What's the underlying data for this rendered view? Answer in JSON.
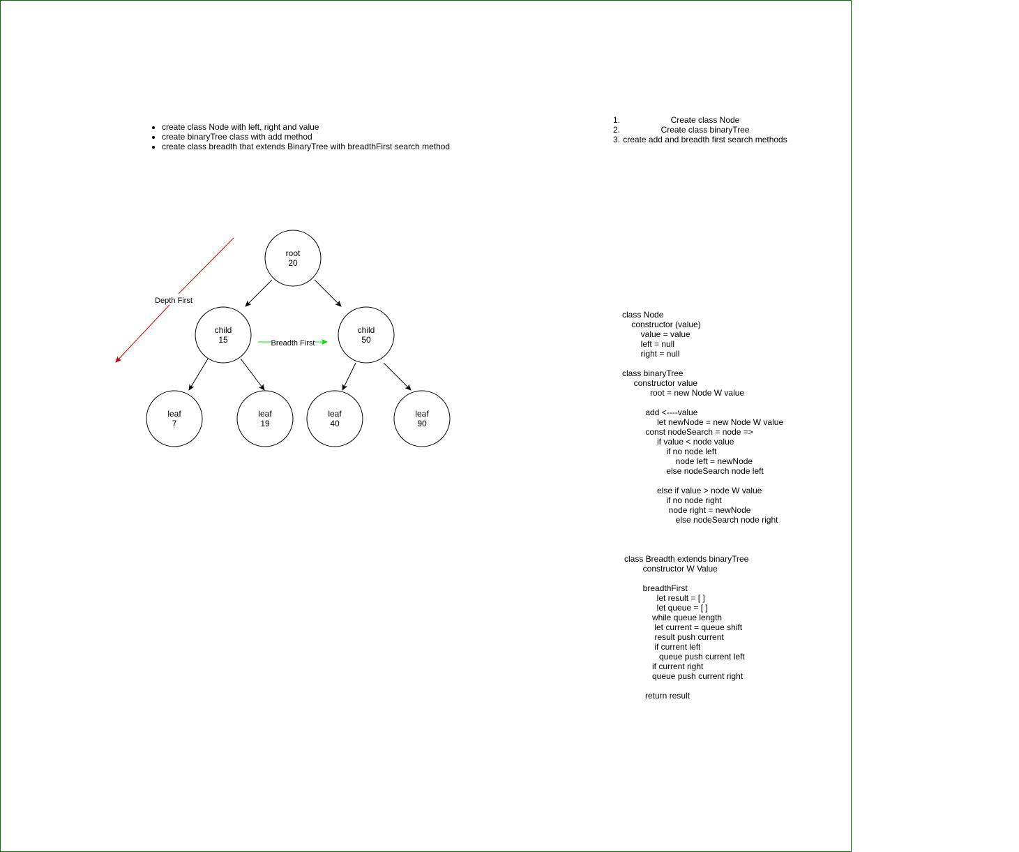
{
  "colors": {
    "frame_border": "#0a6b0a",
    "depth_arrow": "#cc0000",
    "breadth_arrow": "#00dd00",
    "edge": "#000000"
  },
  "bullets": [
    "create class Node with left, right and value",
    "create binaryTree class with add method",
    "create class breadth that extends BinaryTree with breadthFirst search method"
  ],
  "steps": [
    {
      "num": "1.",
      "text": "Create class Node"
    },
    {
      "num": "2.",
      "text": "Create class binaryTree"
    },
    {
      "num": "3.",
      "text": "create add and breadth first search methods"
    }
  ],
  "tree": {
    "nodes": [
      {
        "id": "root",
        "line1": "root",
        "line2": "20"
      },
      {
        "id": "child15",
        "line1": "child",
        "line2": "15"
      },
      {
        "id": "child50",
        "line1": "child",
        "line2": "50"
      },
      {
        "id": "leaf7",
        "line1": "leaf",
        "line2": "7"
      },
      {
        "id": "leaf19",
        "line1": "leaf",
        "line2": "19"
      },
      {
        "id": "leaf40",
        "line1": "leaf",
        "line2": "40"
      },
      {
        "id": "leaf90",
        "line1": "leaf",
        "line2": "90"
      }
    ],
    "edges": [
      {
        "from": "root",
        "to": "child15"
      },
      {
        "from": "root",
        "to": "child50"
      },
      {
        "from": "child15",
        "to": "leaf7"
      },
      {
        "from": "child15",
        "to": "leaf19"
      },
      {
        "from": "child50",
        "to": "leaf40"
      },
      {
        "from": "child50",
        "to": "leaf90"
      }
    ],
    "depth_label": "Depth First",
    "breadth_label": "Breadth First"
  },
  "code_blocks": {
    "node_class": [
      "class Node",
      "    constructor (value)",
      "        value = value",
      "        left = null",
      "        right = null",
      "",
      "class binaryTree",
      "     constructor value",
      "            root = new Node W value",
      "",
      "          add <----value",
      "               let newNode = new Node W value",
      "          const nodeSearch = node =>",
      "               if value < node value",
      "                   if no node left",
      "                       node left = newNode",
      "                   else nodeSearch node left",
      "",
      "               else if value > node W value",
      "                   if no node right",
      "                    node right = newNode",
      "                       else nodeSearch node right"
    ],
    "breadth_class": [
      "class Breadth extends binaryTree",
      "        constructor W Value",
      "",
      "        breadthFirst",
      "              let result = [ ]",
      "              let queue = [ ]",
      "            while queue length",
      "             let current = queue shift",
      "             result push current",
      "             if current left",
      "               queue push current left",
      "            if current right",
      "            queue push current right",
      "",
      "         return result"
    ]
  }
}
